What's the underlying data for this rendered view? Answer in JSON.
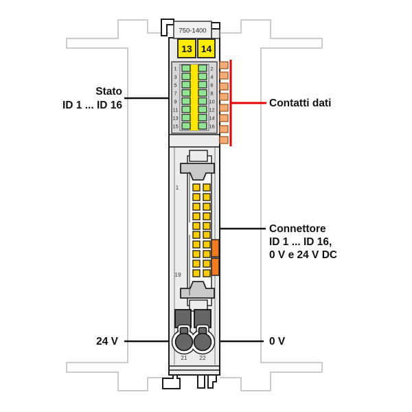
{
  "module": {
    "model_number": "750-1400",
    "address_selectors": [
      "13",
      "14"
    ],
    "led_numbers_left": [
      "1",
      "3",
      "5",
      "7",
      "9",
      "11",
      "13",
      "15"
    ],
    "led_numbers_right": [
      "2",
      "4",
      "6",
      "8",
      "10",
      "12",
      "14",
      "16"
    ],
    "led_count": 16,
    "pin_count": 20,
    "connector_first_pin": "1",
    "connector_last_pin": "19",
    "terminal_numbers": [
      "21",
      "22"
    ]
  },
  "callouts": {
    "status": {
      "line1": "Stato",
      "line2": "ID 1 ... ID 16"
    },
    "data_contacts": {
      "label": "Contatti dati"
    },
    "connector": {
      "line1": "Connettore",
      "line2": "ID 1 ... ID 16,",
      "line3": "0 V e 24 V DC"
    },
    "supply_24v": {
      "label": "24 V"
    },
    "supply_0v": {
      "label": "0 V"
    }
  },
  "colors": {
    "yellow": "#ffec00",
    "led_green": "#90e593",
    "led_strip_yellow": "#ffe600",
    "pin_yellow": "#ffce00",
    "contact_orange": "#f5ab76",
    "latch_orange": "#f57a1e",
    "body_gray": "#ececec",
    "panel_gray": "#d8d8d8",
    "dark_gray": "#666666",
    "latch_gray": "#c9c9c9",
    "neighbor_outline": "#cccccc",
    "callout_red": "#e60000",
    "outline": "#1a1a1a",
    "text": "#111111"
  }
}
